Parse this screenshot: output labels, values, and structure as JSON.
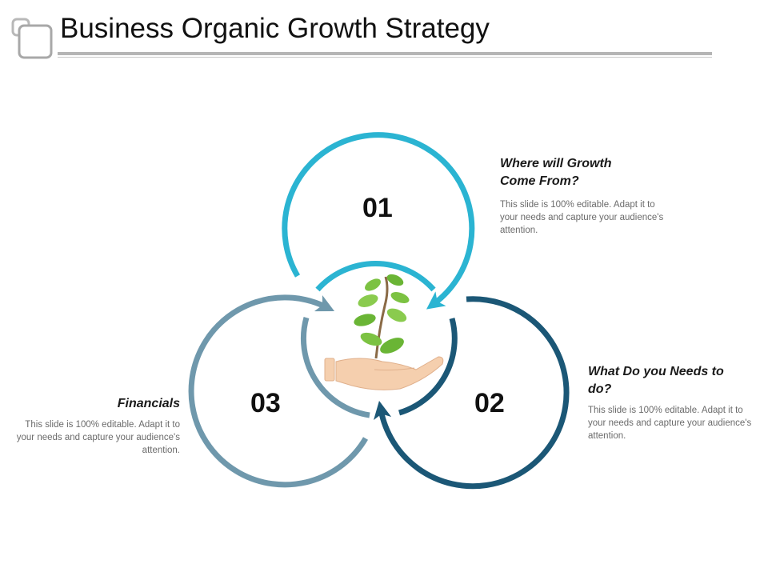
{
  "title": "Business Organic Growth Strategy",
  "colors": {
    "circle_01": "#2BB4D2",
    "circle_02": "#1B5776",
    "circle_03": "#6F98AC",
    "leaf": "#7CC242",
    "hand": "#F5CFAE"
  },
  "icons": {
    "logo": "overlapping-squares-icon",
    "center": "plant-in-hand-icon"
  },
  "cycle": [
    {
      "number": "01",
      "heading": "Where will Growth Come From?",
      "text": "This slide is 100% editable. Adapt it to your needs and capture your audience's attention."
    },
    {
      "number": "02",
      "heading": "What Do you Needs to do?",
      "text": "This slide is 100% editable. Adapt it to your needs and capture your audience's attention."
    },
    {
      "number": "03",
      "heading": "Financials",
      "text": "This slide is 100% editable. Adapt it to your needs and capture your audience's attention."
    }
  ]
}
